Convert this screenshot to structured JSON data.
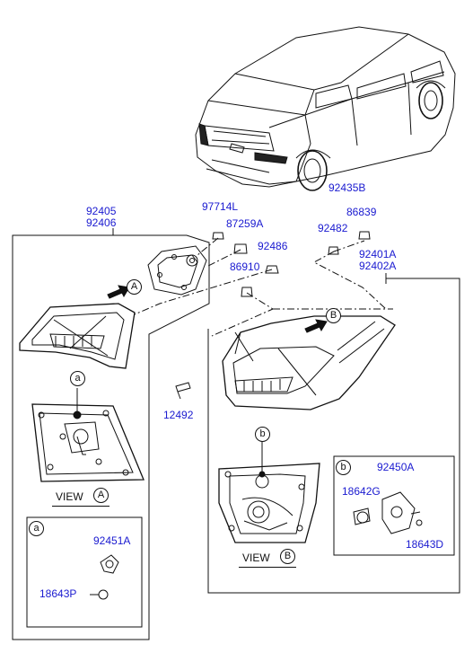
{
  "part_numbers": {
    "p92405": "92405",
    "p92406": "92406",
    "p97714L": "97714L",
    "p87259A": "87259A",
    "p92486": "92486",
    "p86910": "86910",
    "p92435B": "92435B",
    "p92482": "92482",
    "p86839": "86839",
    "p92401A": "92401A",
    "p92402A": "92402A",
    "p12492": "12492",
    "p92450A": "92450A",
    "p18642G": "18642G",
    "p18643D": "18643D",
    "p92451A": "92451A",
    "p18643P": "18643P"
  },
  "callouts": {
    "A": "A",
    "B": "B",
    "a": "a",
    "b": "b"
  },
  "views": {
    "view_a": "VIEW",
    "view_b": "VIEW"
  },
  "colors": {
    "part_number": "#1a1ad0",
    "line_art": "#111111"
  }
}
